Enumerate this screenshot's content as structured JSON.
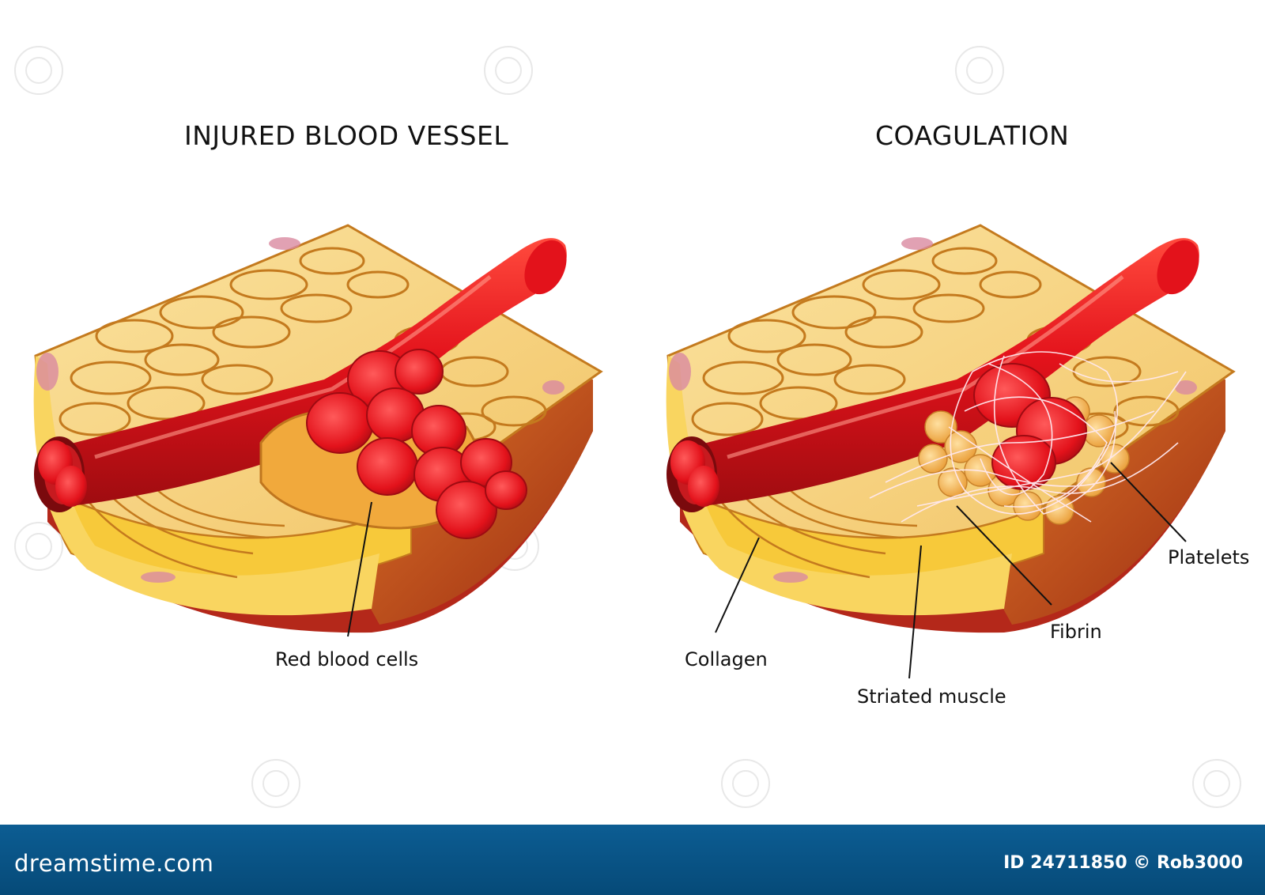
{
  "titles": {
    "left": "INJURED BLOOD VESSEL",
    "right": "COAGULATION"
  },
  "labels": {
    "red_blood_cells": "Red blood cells",
    "collagen": "Collagen",
    "striated_muscle": "Striated muscle",
    "fibrin": "Fibrin",
    "platelets": "Platelets"
  },
  "footer": {
    "site": "dreamstime.com",
    "id_credit": "ID 24711850 © Rob3000"
  },
  "colors": {
    "blood_red": "#e3121b",
    "muscle_yellow": "#f5d27a",
    "cell_outline": "#c47a1e",
    "collagen_band": "#f7c93a",
    "muscle_side": "#c8541a",
    "platelet_orange": "#f5b24a",
    "fibrin_white": "#ffffff",
    "footer_blue": "#0b5a8f"
  }
}
